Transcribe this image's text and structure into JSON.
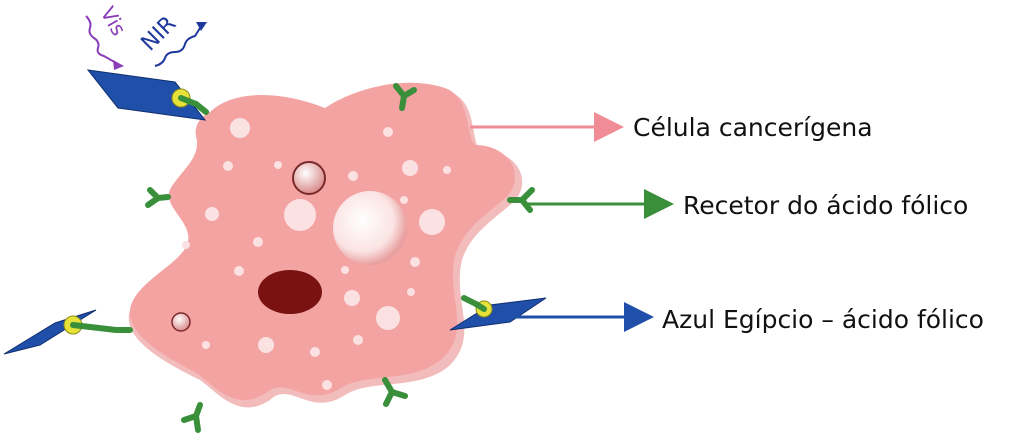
{
  "labels": {
    "cancer_cell": "Célula cancerígena",
    "folic_receptor": "Recetor do ácido fólico",
    "egyptian_blue_folic": "Azul Egípcio – ácido fólico"
  },
  "light": {
    "vis": "Vis",
    "nir": "NIR"
  },
  "colors": {
    "cell": "#f4a3a3",
    "cell_shadow": "#f0b6b6",
    "nucleus": "#7a1212",
    "receptor": "#3a8f3a",
    "nanosheet": "#1f4fa8",
    "folic_acid": "#e6e23a",
    "vis_wave": "#8a3db8",
    "nir_wave": "#1f3a9c",
    "arrow_cell": "#f08c96",
    "arrow_receptor": "#3a8f3a",
    "arrow_eb": "#1f4fa8"
  }
}
